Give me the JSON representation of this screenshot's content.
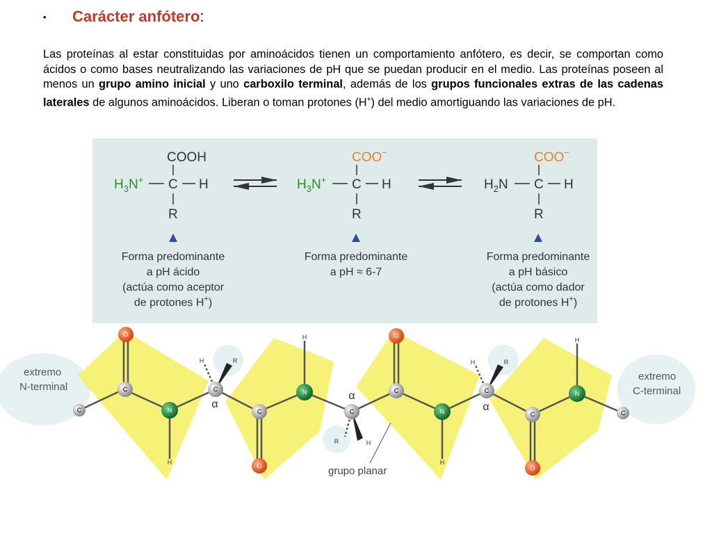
{
  "heading": {
    "bullet": "•",
    "title": "Carácter anfótero",
    "colon": ":"
  },
  "paragraph": {
    "p1": "Las proteínas al estar constituidas por aminoácidos tienen un comportamiento anfótero, es decir, se comportan como ácidos o como bases neutralizando las variaciones de pH que se puedan producir en el medio. Las proteínas poseen al menos un ",
    "b1": "grupo amino inicial",
    "p2": " y uno ",
    "b2": "carboxilo terminal",
    "p3": ", además de los ",
    "b3": "grupos funcionales extras de las cadenas laterales",
    "p4": " de algunos aminoácidos. Liberan o toman protones (H",
    "sup": "+",
    "p5": ") del medio amortiguando las variaciones de pH."
  },
  "forms": [
    {
      "top": "COOH",
      "left_main": "H",
      "left_sub": "3",
      "left_tail": "N",
      "left_sup": "+",
      "carbon": "C",
      "right": "H",
      "bottom": "R",
      "caption": [
        "Forma predominante",
        "a pH ácido",
        "(actúa como aceptor",
        "de protones H"
      ],
      "caption_sup": "+",
      "caption_end": ")"
    },
    {
      "top": "COO",
      "top_sup": "−",
      "left_main": "H",
      "left_sub": "3",
      "left_tail": "N",
      "left_sup": "+",
      "carbon": "C",
      "right": "H",
      "bottom": "R",
      "caption": [
        "Forma predominante",
        "a pH ≈  6-7"
      ]
    },
    {
      "top": "COO",
      "top_sup": "−",
      "left_main": "H",
      "left_sub": "2",
      "left_tail": "N",
      "carbon": "C",
      "right": "H",
      "bottom": "R",
      "caption": [
        "Forma predominante",
        "a pH básico",
        "(actúa como dador",
        "de protones H"
      ],
      "caption_sup": "+",
      "caption_end": ")"
    }
  ],
  "chain": {
    "n_terminal": [
      "extremo",
      "N-terminal"
    ],
    "c_terminal": [
      "extremo",
      "C-terminal"
    ],
    "alpha": "α",
    "planar_label": "grupo planar",
    "atoms": {
      "O": "O",
      "C": "C",
      "N": "N",
      "H": "H",
      "R": "R"
    }
  },
  "colors": {
    "title": "#c0392b",
    "panel_bg": "#dfeaeb",
    "amine_green": "#2e8b2e",
    "carboxyl_orange": "#e8822a",
    "arrow_blue": "#2a4fa0",
    "planar_yellow": "#f4f060",
    "oxygen": "#e0501e",
    "nitrogen": "#1a8a3a",
    "carbon": "#b8b8b8",
    "terminal_bubble": "#e6f1f3"
  }
}
